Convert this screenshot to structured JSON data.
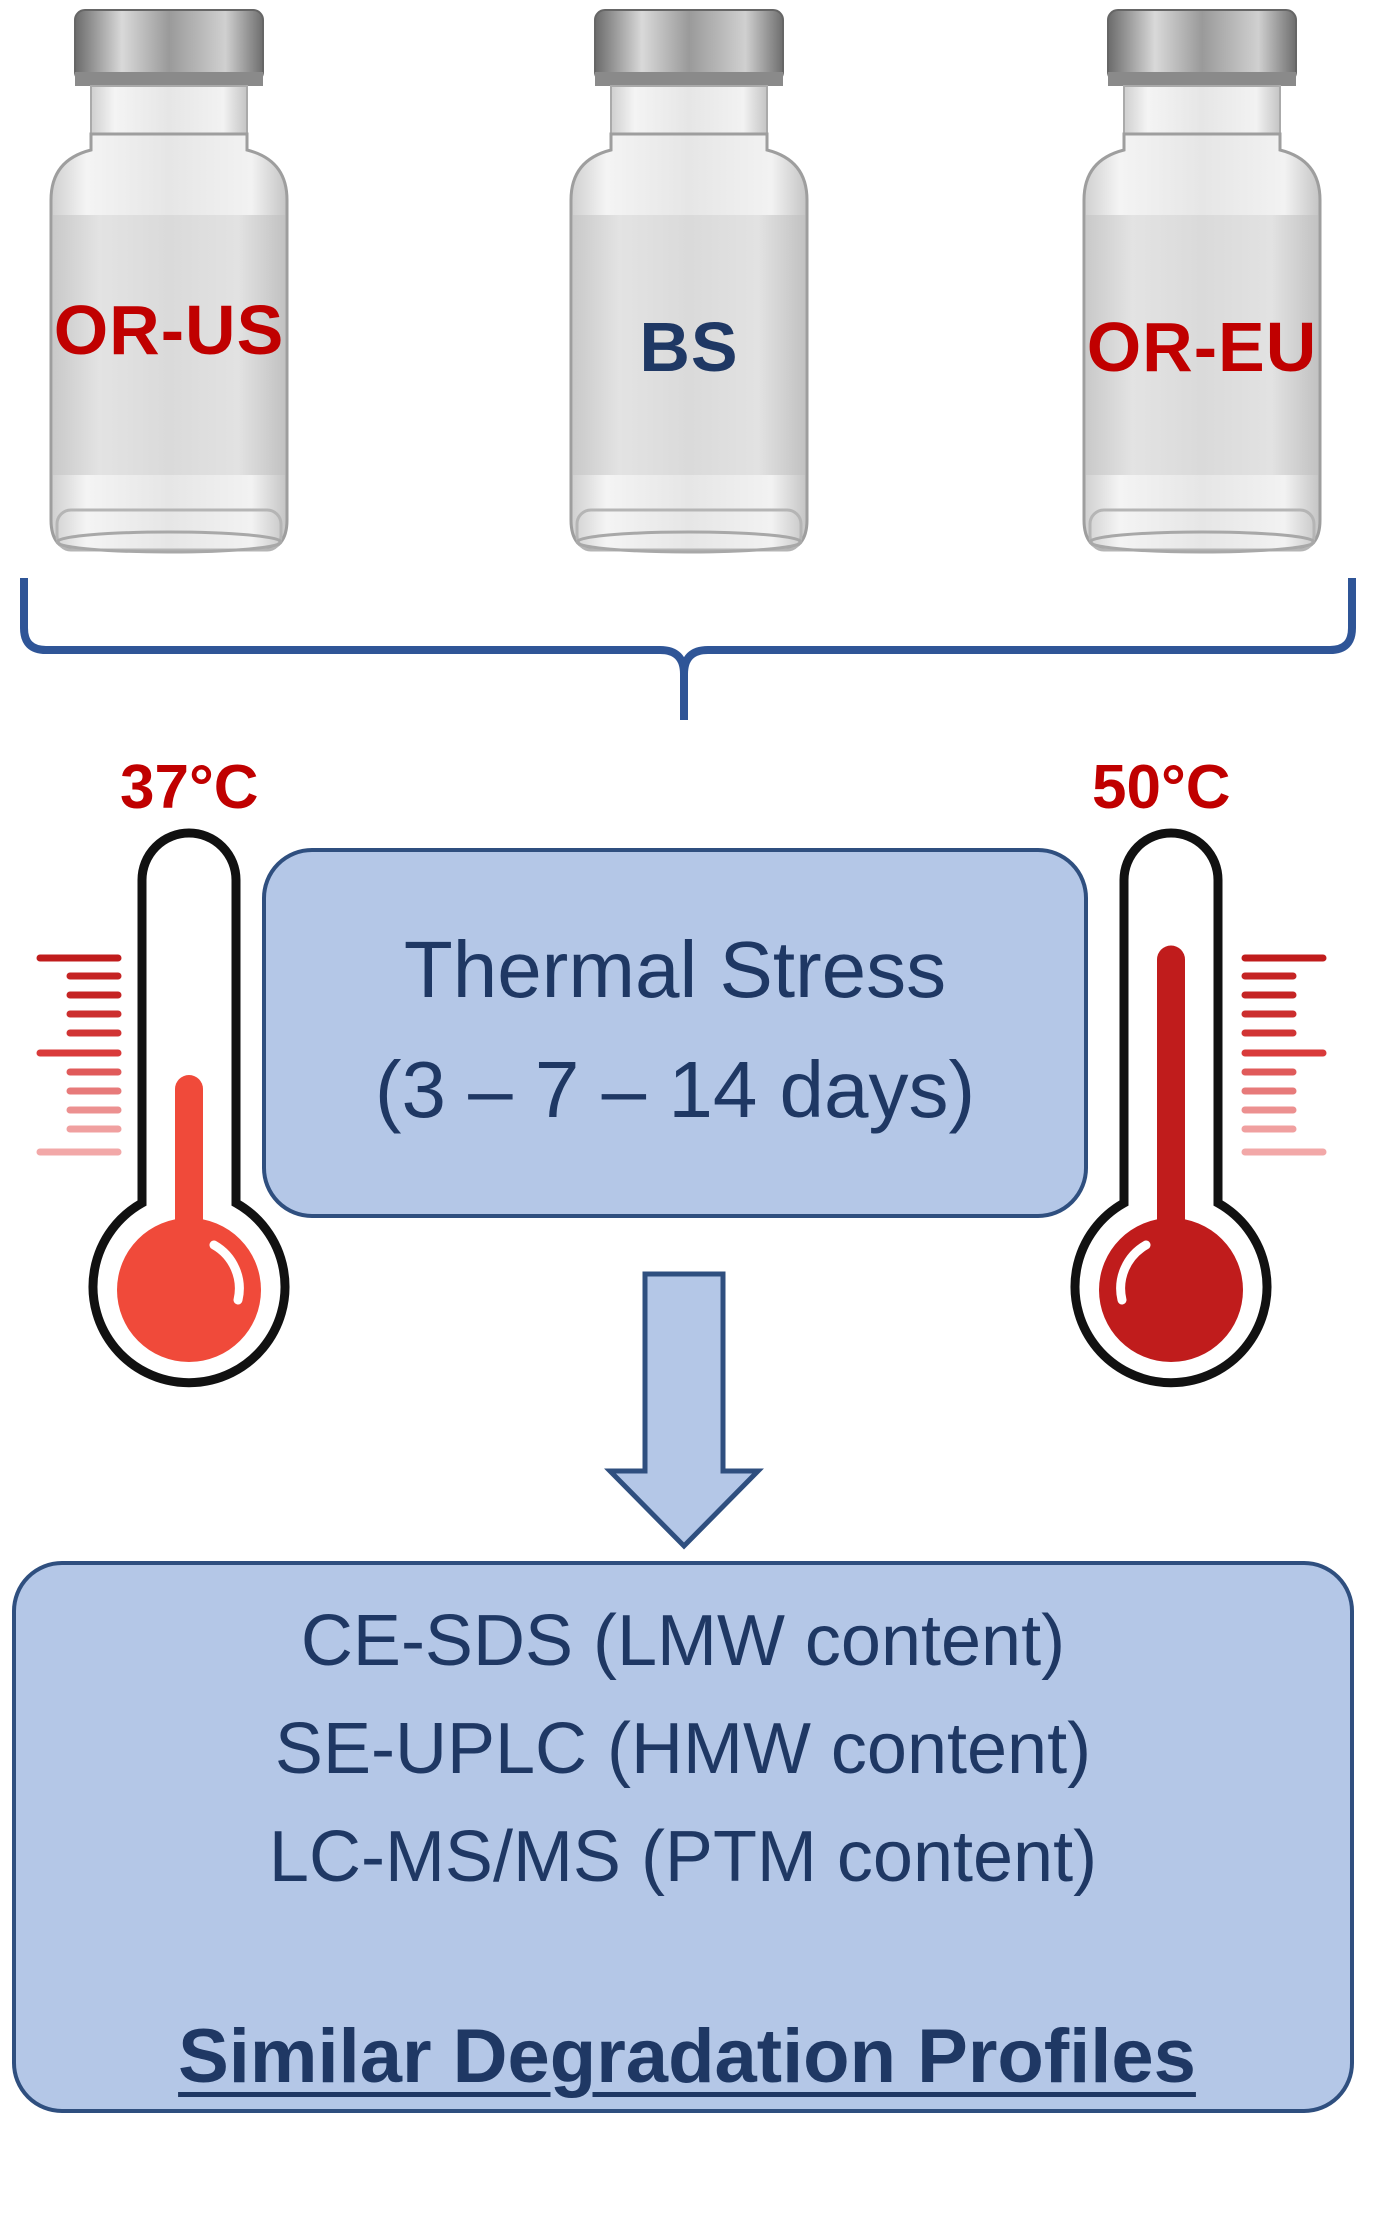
{
  "colors": {
    "bracket": "#2f5597",
    "box_fill": "#b4c7e7",
    "box_border": "#2f4f7f",
    "box_text": "#1f3864",
    "label_red": "#c00000",
    "label_navy": "#1f3864",
    "mercury_light": "#f04a3a",
    "mercury_dark": "#c01c1c"
  },
  "vials": [
    {
      "label": "OR-US",
      "color": "#c00000"
    },
    {
      "label": "BS",
      "color": "#1f3864"
    },
    {
      "label": "OR-EU",
      "color": "#c00000"
    }
  ],
  "thermometers": [
    {
      "label": "37°C",
      "icon": "thermometer-icon",
      "mercury_level": 0.5
    },
    {
      "label": "50°C",
      "icon": "thermometer-icon",
      "mercury_level": 0.85
    }
  ],
  "stress_box": {
    "line1": "Thermal Stress",
    "line2": "(3 – 7 – 14 days)"
  },
  "results_box": {
    "methods": [
      "CE-SDS (LMW content)",
      "SE-UPLC (HMW content)",
      "LC-MS/MS (PTM content)"
    ],
    "conclusion": "Similar Degradation Profiles"
  }
}
